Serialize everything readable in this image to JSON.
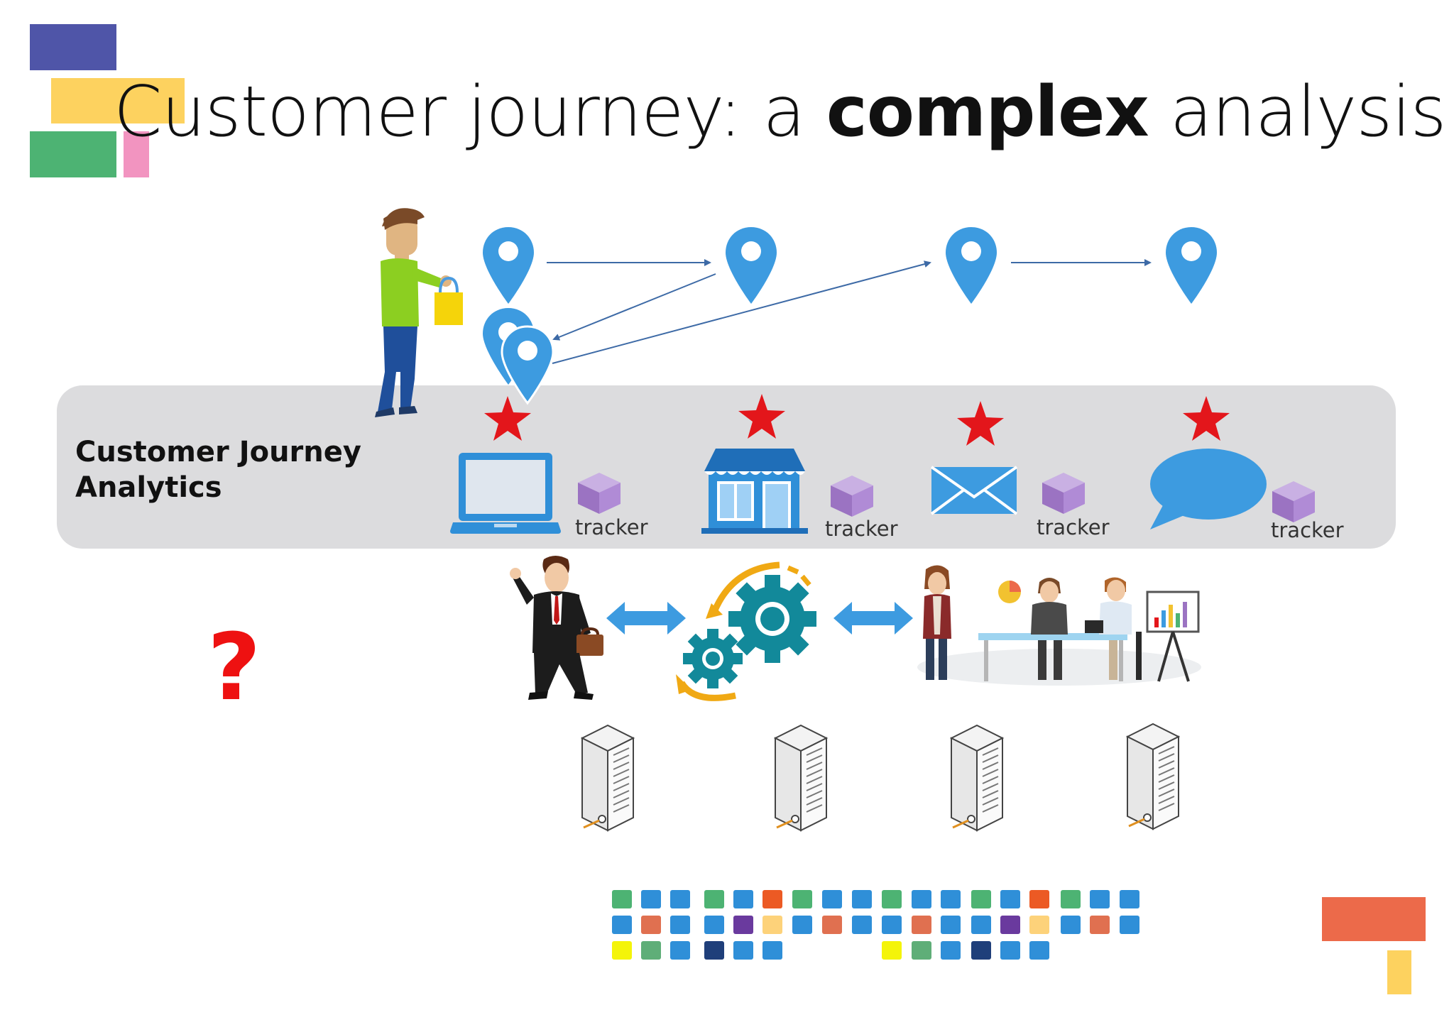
{
  "title": {
    "prefix": "Customer journey: a ",
    "bold": "complex",
    "suffix": " analysis"
  },
  "band_label": "Customer Journey Analytics",
  "tracker_labels": [
    "tracker",
    "tracker",
    "tracker",
    "tracker"
  ],
  "question_mark": "?",
  "channels": [
    "laptop-icon",
    "store-icon",
    "email-icon",
    "chat-bubble-icon"
  ],
  "colors": {
    "pin": "#3d9be0",
    "arrow": "#3d6aa6",
    "star": "#e3161b",
    "band": "#dcdcde",
    "tracker_cube": "#a27dc7",
    "gear": "#12899a",
    "double_arrow": "#3d9be0",
    "question": "#ee1111",
    "deco_purple": "#4f55a8",
    "deco_yellow": "#fdd25f",
    "deco_green": "#4db373",
    "deco_pink": "#f294c0",
    "deco_orange": "#ec6a4a"
  }
}
